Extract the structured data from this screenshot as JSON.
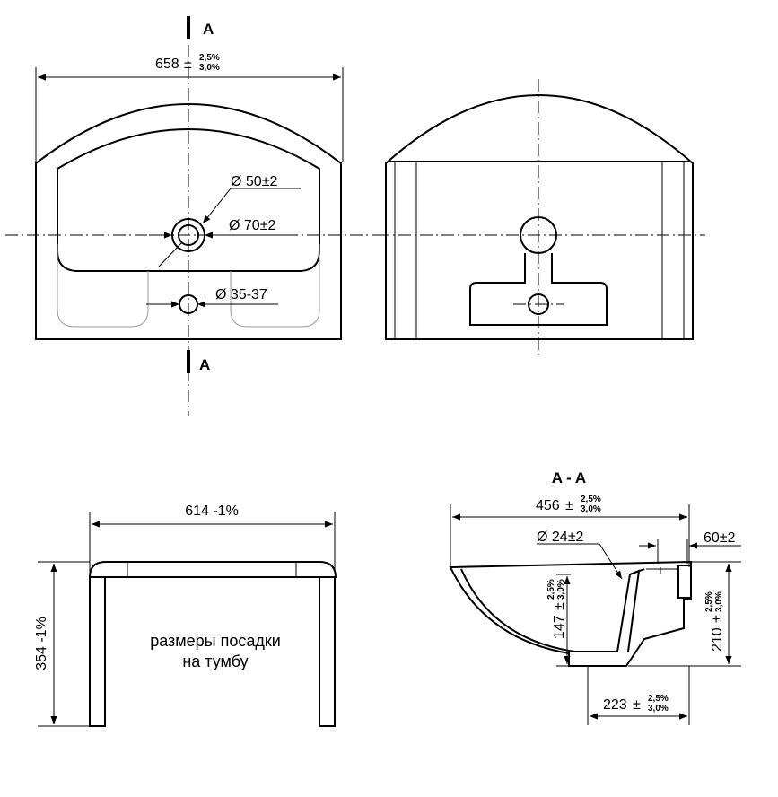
{
  "section_marks": {
    "top": "A",
    "bottom": "A",
    "title": "A - A"
  },
  "top_view": {
    "overall_width": {
      "value": "658",
      "tol_upper": "2,5%",
      "tol_lower": "3,0%"
    },
    "hole_50": "Ø 50±2",
    "hole_70": "Ø 70±2",
    "hole_35": "Ø 35-37"
  },
  "fitting": {
    "width": "614 -1%",
    "height": "354 -1%",
    "note_line1": "размеры посадки",
    "note_line2": "на тумбу"
  },
  "section_view": {
    "depth": {
      "value": "456",
      "tol_upper": "2,5%",
      "tol_lower": "3,0%"
    },
    "hole_24": "Ø 24±2",
    "rim": "60±2",
    "bowl_depth": {
      "value": "147",
      "tol_upper": "2,5%",
      "tol_lower": "3,0%"
    },
    "height": {
      "value": "210",
      "tol_upper": "2,5%",
      "tol_lower": "3,0%"
    },
    "drain_offset": {
      "value": "223",
      "tol_upper": "2,5%",
      "tol_lower": "3,0%"
    }
  }
}
